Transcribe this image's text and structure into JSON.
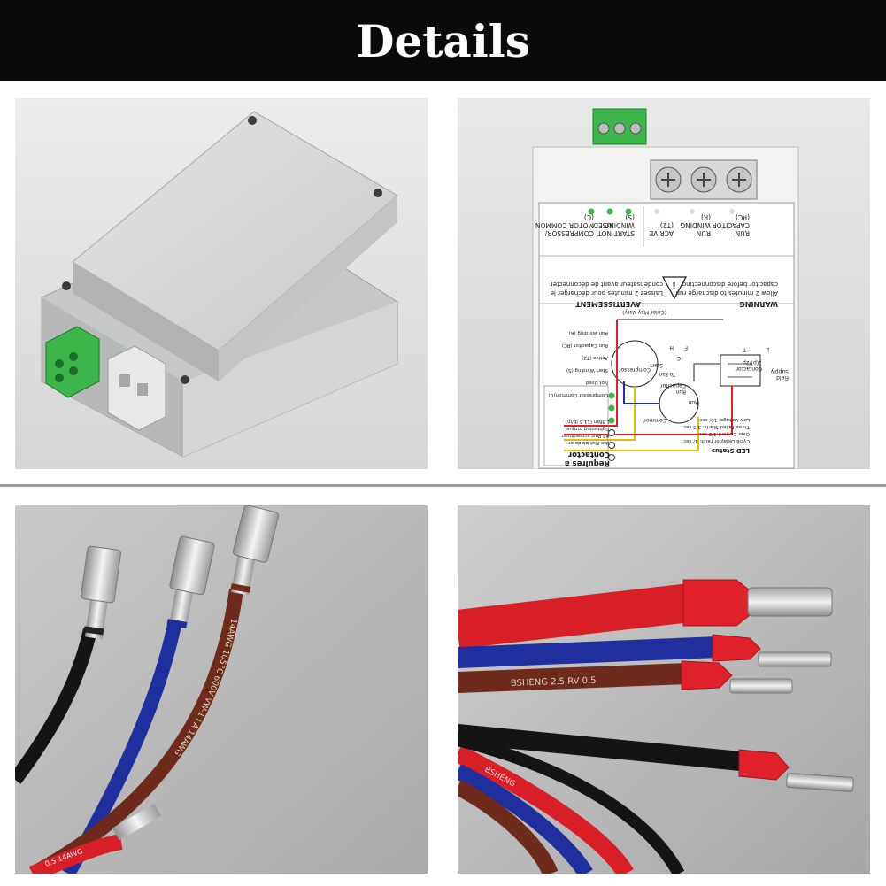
{
  "header": {
    "title": "Details"
  },
  "label_panel": {
    "terminal_labels": [
      [
        "RUN",
        "CAPACITOR",
        "(RC)"
      ],
      [
        "RUN",
        "WINDING",
        "(R)"
      ],
      [
        "ACRIVE",
        "(T2)"
      ],
      [
        "START",
        "WINDING",
        "(S)"
      ],
      [
        "NOT",
        "USED"
      ],
      [
        "COMPRESSOR/",
        "MOTOR COMMON",
        "(C)"
      ]
    ],
    "warning_en": {
      "title": "WARNING",
      "lines": [
        "Allow 2 minutes to discharge run",
        "capacitor before disconnecting"
      ]
    },
    "warning_fr": {
      "title": "AVERTISSEMENT",
      "lines": [
        "Laissez 2 minutes pour décharger le",
        "condensateur avant de déconnecter"
      ]
    },
    "led_status": {
      "title": "LED Status",
      "lines": [
        "Cycle Delay or Fault: 1/ sec",
        "Over Current:1/2 sec",
        "Three Failed Starts: 3/3 sec",
        "Low Voltage: 10/ sec"
      ]
    },
    "requires": {
      "title": [
        "Requires a",
        "Contactor"
      ],
      "lines": [
        "Use Flat blade or",
        "#2 Pozi screwdriver",
        "Tightening torque",
        "1.3Nm (11.5 lb/in)"
      ]
    },
    "terminal_list": [
      "Compressor Common(C)",
      "Not Used",
      "Start Winding (S)",
      "Active (T2)",
      "Run Capacitor (RC)",
      "Run Winding (R)"
    ],
    "diagram_labels": {
      "common": "Common",
      "run": "Run",
      "compressor": "Compressor",
      "run_capacitor": [
        "Run",
        "Capacitor"
      ],
      "start": "Start",
      "to_fan": "To Fan",
      "contactor": [
        "Contactor",
        "1(p)/2p"
      ],
      "field_supply": [
        "Field",
        "Supply"
      ],
      "color_note": "(Color May Vary)",
      "c": "C",
      "h": "H",
      "f": "F",
      "l": "L",
      "t": "T"
    }
  },
  "wire_print": {
    "brown": "14AWG  105°C  600V  VW-1  I  A  14AWG",
    "red_tail": "0.5  14AWG",
    "ferrule_brown": "BSHENG  2.5   RV  0.5",
    "ferrule_red": "BSHENG"
  },
  "colors": {
    "banner": "#0a0a0a",
    "terminal_green": "#3cb54a",
    "ferrule_red": "#e0212c",
    "wire_blue": "#1f2f9e",
    "wire_brown": "#6e2a1a",
    "wire_black": "#141414",
    "wire_red": "#d81e26"
  }
}
